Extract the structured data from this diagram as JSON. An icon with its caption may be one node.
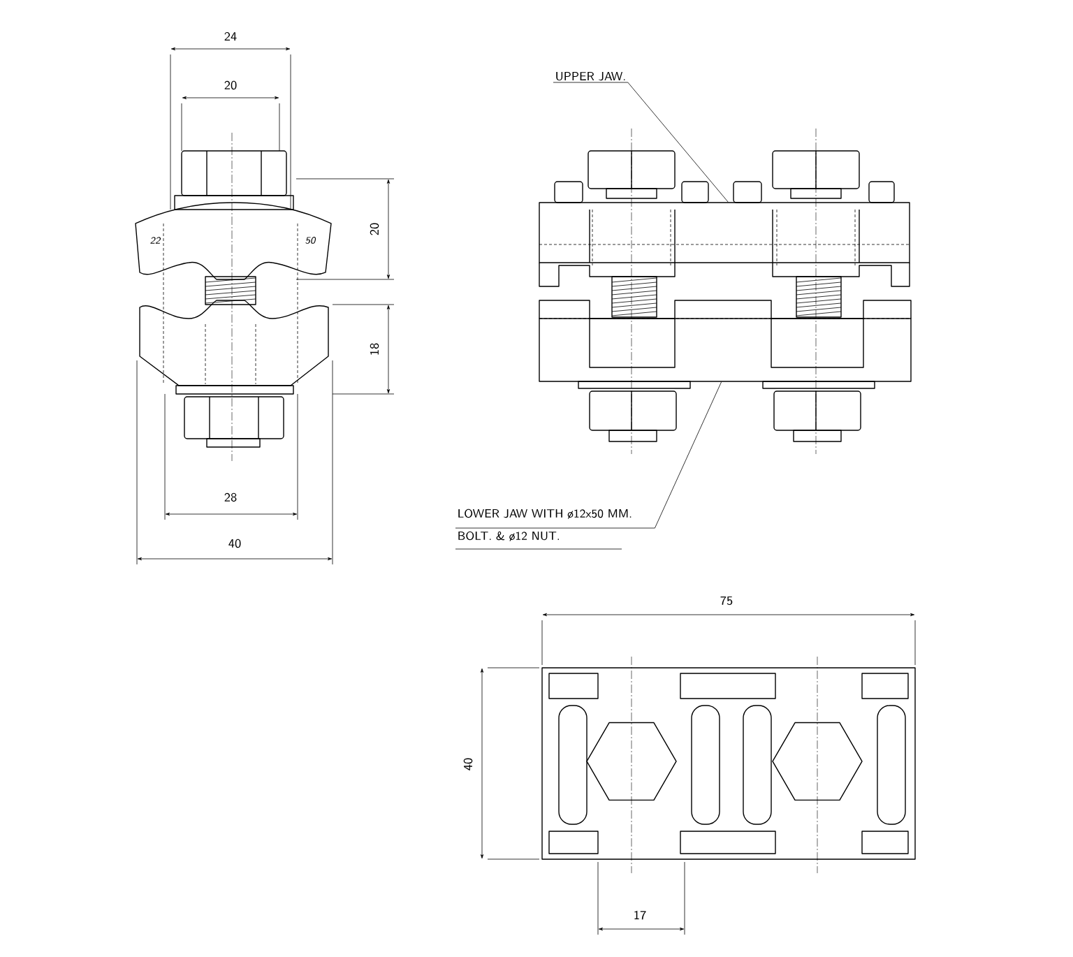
{
  "diagram": {
    "nodes": [
      {
        "text": [
          "UPPER JAW."
        ]
      },
      {
        "text": [],
        "shape": "box"
      },
      {
        "text": [
          "LOWER JAW WITH ø12x50 MM. BOLT. & ø12 NUT."
        ]
      },
      {
        "text": [],
        "shape": "box"
      }
    ],
    "edges": [
      {
        "from": 0,
        "to": 1,
        "arrow": "none"
      },
      {
        "from": 2,
        "to": 3,
        "arrow": "none"
      }
    ],
    "labels": [
      "24",
      "20",
      "22",
      "50",
      "20",
      "18",
      "28",
      "40",
      "75",
      "40",
      "17"
    ]
  }
}
